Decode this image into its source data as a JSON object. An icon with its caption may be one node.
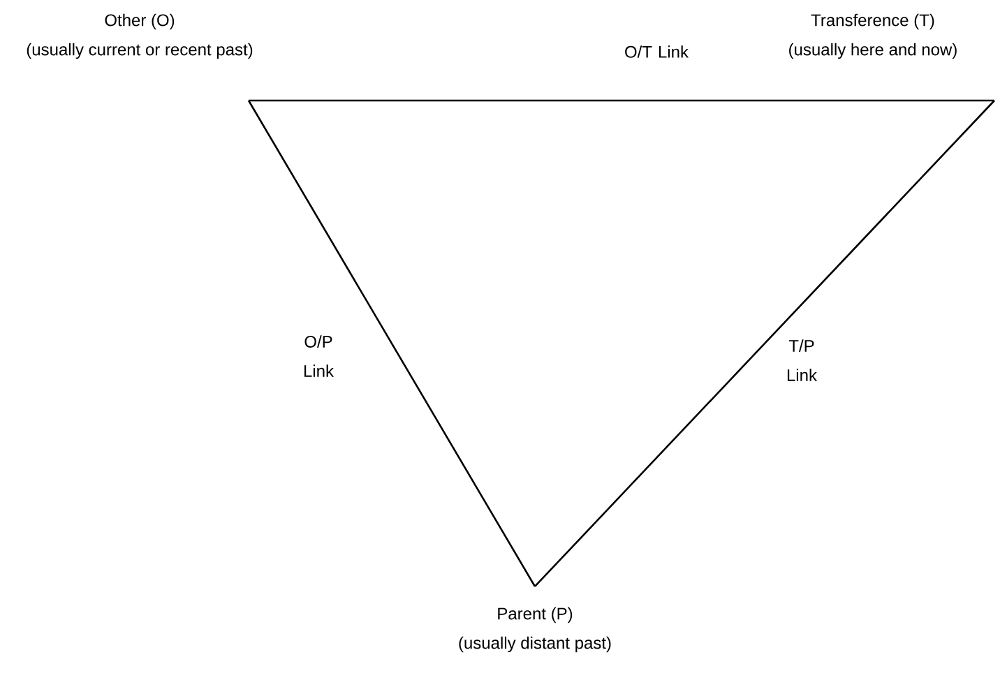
{
  "diagram": {
    "nodes": [
      {
        "text": [
          "Other (O)",
          "(usually current or recent past)"
        ]
      },
      {
        "text": [
          "Transference (T)",
          "(usually here and now)"
        ]
      },
      {
        "text": [
          "Parent (P)",
          "(usually distant past)"
        ]
      }
    ],
    "edges": [
      {
        "from": 0,
        "to": 1,
        "arrow": "none",
        "label": "O/T Link"
      },
      {
        "from": 0,
        "to": 2,
        "arrow": "none",
        "label": "O/P Link"
      },
      {
        "from": 1,
        "to": 2,
        "arrow": "none",
        "label": "T/P Link"
      }
    ]
  }
}
